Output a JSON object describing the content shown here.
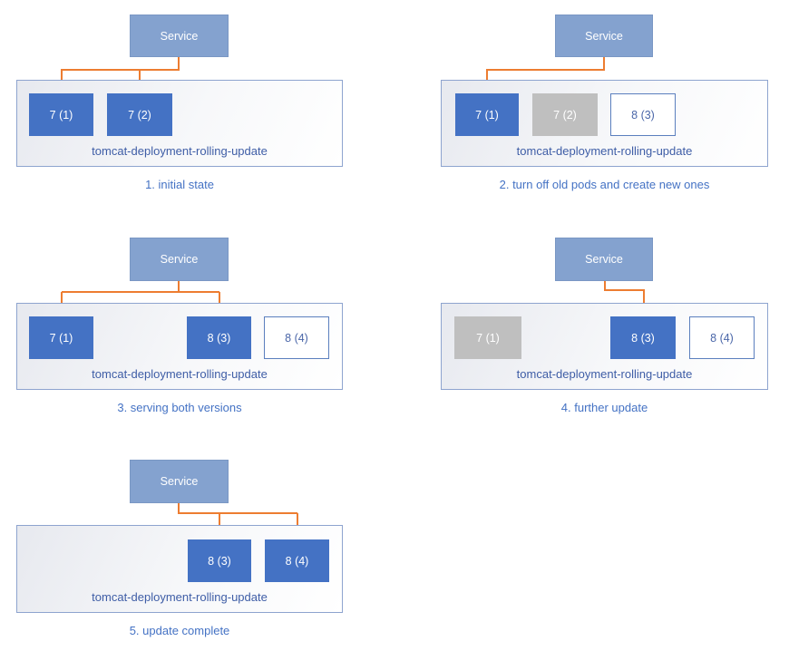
{
  "diagram_title": "tomcat deployment rolling update stages",
  "colors": {
    "pod_active_fill": "#4472C4",
    "pod_stopped_fill": "#BFBFBF",
    "pod_new_border": "#5B7FBE",
    "pod_new_text": "#4A66A8",
    "service_fill": "#84A2CF",
    "arrow": "#ED7D31",
    "deployment_border": "#8EA4CF",
    "deployment_label_text": "#3E5DA6",
    "caption_text": "#4472C4"
  },
  "panels": [
    {
      "caption": "1. initial state",
      "service_label": "Service",
      "deployment_label": "tomcat-deployment-rolling-update",
      "service_routes_to": [
        "7 (1)",
        "7 (2)"
      ],
      "pods": [
        {
          "label": "7 (1)",
          "state": "active"
        },
        {
          "label": "7 (2)",
          "state": "active"
        }
      ]
    },
    {
      "caption": "2. turn off old pods and create new ones",
      "service_label": "Service",
      "deployment_label": "tomcat-deployment-rolling-update",
      "service_routes_to": [
        "7 (1)"
      ],
      "pods": [
        {
          "label": "7 (1)",
          "state": "active"
        },
        {
          "label": "7 (2)",
          "state": "stopped"
        },
        {
          "label": "8 (3)",
          "state": "new"
        }
      ]
    },
    {
      "caption": "3. serving both versions",
      "service_label": "Service",
      "deployment_label": "tomcat-deployment-rolling-update",
      "service_routes_to": [
        "7 (1)",
        "8 (3)"
      ],
      "pods": [
        {
          "label": "7 (1)",
          "state": "active"
        },
        {
          "label": "8 (3)",
          "state": "active"
        },
        {
          "label": "8 (4)",
          "state": "new"
        }
      ]
    },
    {
      "caption": "4. further update",
      "service_label": "Service",
      "deployment_label": "tomcat-deployment-rolling-update",
      "service_routes_to": [
        "8 (3)"
      ],
      "pods": [
        {
          "label": "7 (1)",
          "state": "stopped"
        },
        {
          "label": "8 (3)",
          "state": "active"
        },
        {
          "label": "8 (4)",
          "state": "new"
        }
      ]
    },
    {
      "caption": "5. update complete",
      "service_label": "Service",
      "deployment_label": "tomcat-deployment-rolling-update",
      "service_routes_to": [
        "8 (3)",
        "8 (4)"
      ],
      "pods": [
        {
          "label": "8 (3)",
          "state": "active"
        },
        {
          "label": "8 (4)",
          "state": "active"
        }
      ]
    }
  ]
}
